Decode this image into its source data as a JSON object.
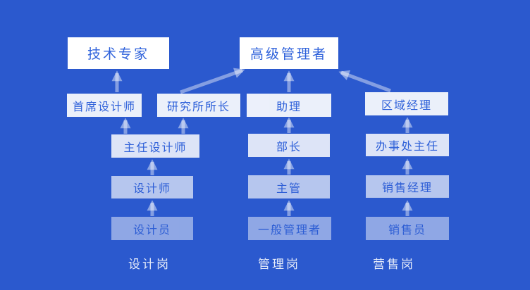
{
  "diagram_title": "career-path-org-diagram",
  "colors": {
    "background": "#2B59CE",
    "node_background": "#FFFFFF",
    "node_text": "#2F62DB",
    "arrow": "rgba(255,255,255,0.42)",
    "footer_text": "rgba(255,255,255,0.88)"
  },
  "nodes": {
    "top": {
      "technical_expert": "技术专家",
      "senior_manager": "高级管理者"
    },
    "level2": {
      "chief_designer": "首席设计师",
      "institute_director": "研究所所长",
      "assistant": "助理",
      "regional_manager": "区域经理"
    },
    "level3": {
      "director_designer": "主任设计师",
      "department_head": "部长",
      "office_director": "办事处主任"
    },
    "level4": {
      "designer": "设计师",
      "supervisor": "主管",
      "sales_manager": "销售经理"
    },
    "level5": {
      "junior_designer": "设计员",
      "general_manager": "一般管理者",
      "salesperson": "销售员"
    }
  },
  "footers": {
    "design": "设计岗",
    "management": "管理岗",
    "sales": "营售岗"
  }
}
